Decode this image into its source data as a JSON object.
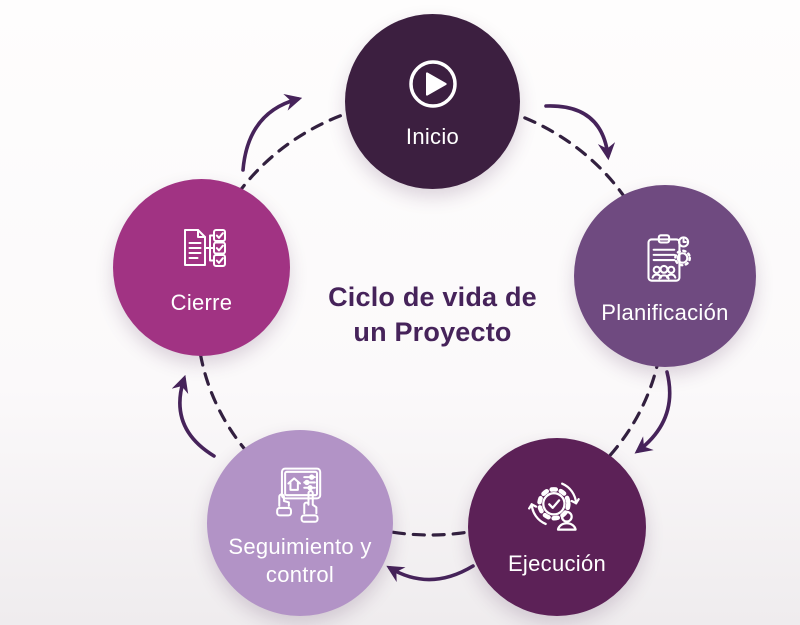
{
  "title": {
    "line1": "Ciclo de vida de",
    "line2": "un Proyecto",
    "color": "#46235a"
  },
  "diagram": {
    "type": "cycle",
    "direction": "clockwise",
    "canvas_background": "#fbf9fa",
    "connector_color": "#32203f",
    "arrow_color": "#46235a",
    "label_color": "#ffffff",
    "stages": [
      {
        "id": "inicio",
        "label": "Inicio",
        "icon": "play-icon",
        "color": "#3c1f40"
      },
      {
        "id": "planificacion",
        "label": "Planificación",
        "icon": "clipboard-team-icon",
        "color": "#6f4a80"
      },
      {
        "id": "ejecucion",
        "label": "Ejecución",
        "icon": "gear-check-person-icon",
        "color": "#5c2157"
      },
      {
        "id": "seguimiento",
        "label": "Seguimiento y control",
        "icon": "tablet-hands-icon",
        "color": "#b293c6"
      },
      {
        "id": "cierre",
        "label": "Cierre",
        "icon": "document-checklist-icon",
        "color": "#a13383"
      }
    ]
  }
}
